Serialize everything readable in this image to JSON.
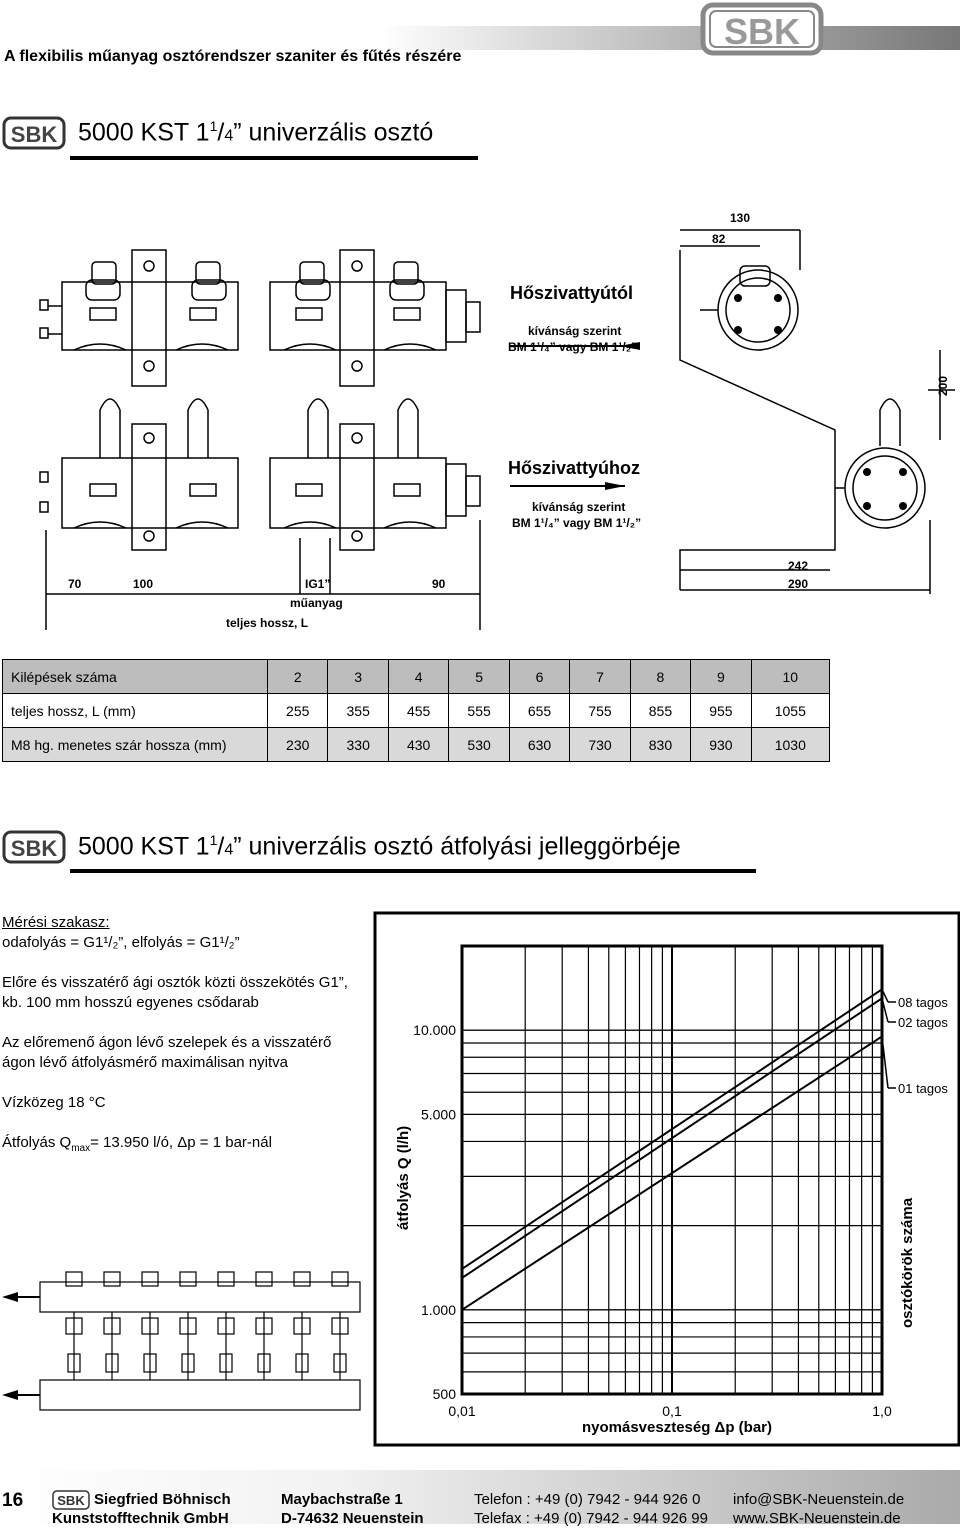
{
  "header": {
    "title": "A flexibilis műanyag osztórendszer szaniter és fűtés részére",
    "brand": "SBK"
  },
  "section1": {
    "title_main": "5000 KST 1",
    "title_sup": "1",
    "title_den": "4",
    "title_rest": "” univerzális osztó"
  },
  "drawing": {
    "from_pump": "Hőszivattyútól",
    "to_pump": "Hőszivattyúhoz",
    "option_label": "kívánság szerint",
    "option_value": "BM 1¹/₄” vagy BM 1¹/₂”",
    "dim_70": "70",
    "dim_100": "100",
    "dim_ig1": "IG1”",
    "dim_material": "műanyag",
    "dim_90": "90",
    "dim_total": "teljes hossz, L",
    "dim_130": "130",
    "dim_82": "82",
    "dim_200": "200",
    "dim_242": "242",
    "dim_290": "290"
  },
  "table": {
    "rows": [
      {
        "label": "Kilépések száma",
        "values": [
          "2",
          "3",
          "4",
          "5",
          "6",
          "7",
          "8",
          "9",
          "10"
        ]
      },
      {
        "label": "teljes hossz, L (mm)",
        "values": [
          "255",
          "355",
          "455",
          "555",
          "655",
          "755",
          "855",
          "955",
          "1055"
        ]
      },
      {
        "label": "M8 hg. menetes szár hossza (mm)",
        "values": [
          "230",
          "330",
          "430",
          "530",
          "630",
          "730",
          "830",
          "930",
          "1030"
        ]
      }
    ]
  },
  "section2": {
    "title_main": "5000 KST 1",
    "title_sup": "1",
    "title_den": "4",
    "title_rest": "” univerzális osztó átfolyási jelleggörbéje"
  },
  "notes": {
    "heading": "Mérési szakasz:",
    "line1": "odafolyás = G1¹/₂”, elfolyás = G1¹/₂”",
    "para2": "Előre és visszatérő ági osztók közti összekötés G1”, kb. 100 mm hosszú egyenes csődarab",
    "para3": "Az előremenő ágon lévő szelepek és a visszatérő ágon lévő átfolyásmérő maximálisan nyitva",
    "para4": "Vízközeg 18 °C",
    "para5a": "Átfolyás Q",
    "para5sub": "max",
    "para5b": "= 13.950 l/ó, Δp = 1 bar-nál"
  },
  "chart_data": {
    "type": "line",
    "xlabel": "nyomásveszteség Δp (bar)",
    "ylabel": "átfolyás Q (l/h)",
    "right_label": "osztókörök száma",
    "x_scale": "log",
    "y_scale": "log",
    "x_ticks": [
      "0,01",
      "0,1",
      "1,0"
    ],
    "y_ticks": [
      "500",
      "1.000",
      "5.000",
      "10.000"
    ],
    "xlim": [
      0.01,
      1.0
    ],
    "ylim": [
      500,
      20000
    ],
    "series": [
      {
        "name": "08 tagos",
        "x": [
          0.01,
          1.0
        ],
        "y": [
          1400,
          14000
        ]
      },
      {
        "name": "02 tagos",
        "x": [
          0.01,
          1.0
        ],
        "y": [
          1300,
          13000
        ]
      },
      {
        "name": "01 tagos",
        "x": [
          0.01,
          1.0
        ],
        "y": [
          1000,
          9500
        ]
      }
    ]
  },
  "footer": {
    "page": "16",
    "company1": "Siegfried Böhnisch",
    "company2": "Kunststofftechnik GmbH",
    "street": "Maybachstraße 1",
    "city": "D-74632 Neuenstein",
    "phone": "Telefon : +49 (0) 7942 - 944 926 0",
    "fax": "Telefax : +49 (0) 7942 - 944 926 99",
    "email": "info@SBK-Neuenstein.de",
    "web": "www.SBK-Neuenstein.de"
  }
}
